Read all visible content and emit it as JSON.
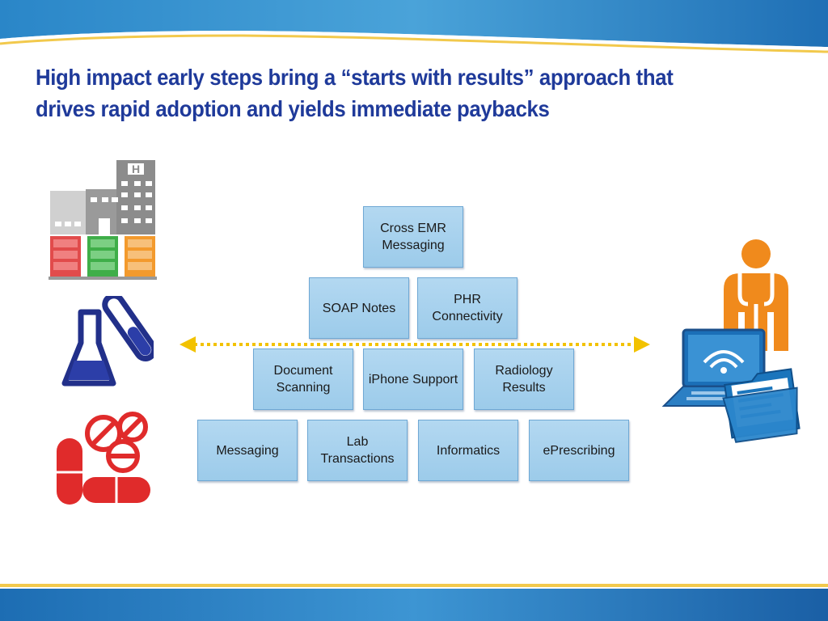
{
  "slide": {
    "title": "High impact early steps bring a “starts with results” approach that drives rapid adoption and yields immediate paybacks"
  },
  "pyramid": {
    "row1": [
      "Cross EMR Messaging"
    ],
    "row2": [
      "SOAP Notes",
      "PHR Connectivity"
    ],
    "row3": [
      "Document Scanning",
      "iPhone Support",
      "Radiology Results"
    ],
    "row4": [
      "Messaging",
      "Lab Transactions",
      "Informatics",
      "ePrescribing"
    ]
  },
  "icons": {
    "left": [
      "hospital-servers-icon",
      "lab-flask-icon",
      "pills-icon"
    ],
    "right": [
      "doctor-laptop-folder-icon"
    ],
    "connector": "double-headed-arrow"
  },
  "colors": {
    "title": "#1f3a9a",
    "box_fill": "#a8d1ee",
    "box_border": "#6fa8d4",
    "arrow": "#f2c200",
    "banner_blue": "#1b75bc"
  }
}
